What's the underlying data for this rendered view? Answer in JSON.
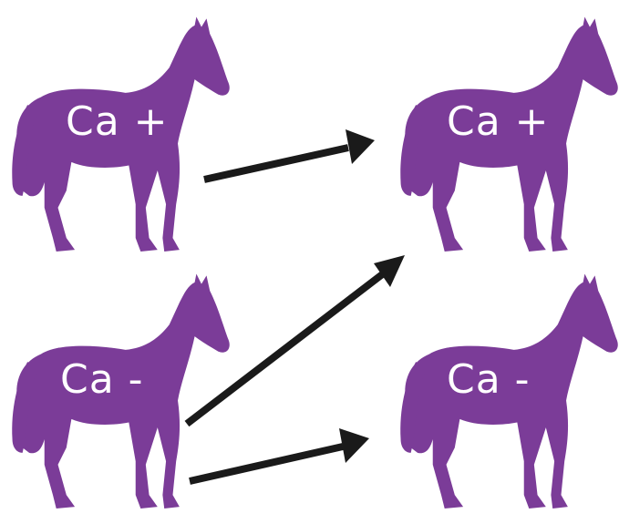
{
  "colors": {
    "horse": "#7b3c98",
    "arrow": "#1a1a1a",
    "label": "#ffffff"
  },
  "horses": [
    {
      "label": "Ca +"
    },
    {
      "label": "Ca +"
    },
    {
      "label": "Ca -"
    },
    {
      "label": "Ca -"
    }
  ]
}
